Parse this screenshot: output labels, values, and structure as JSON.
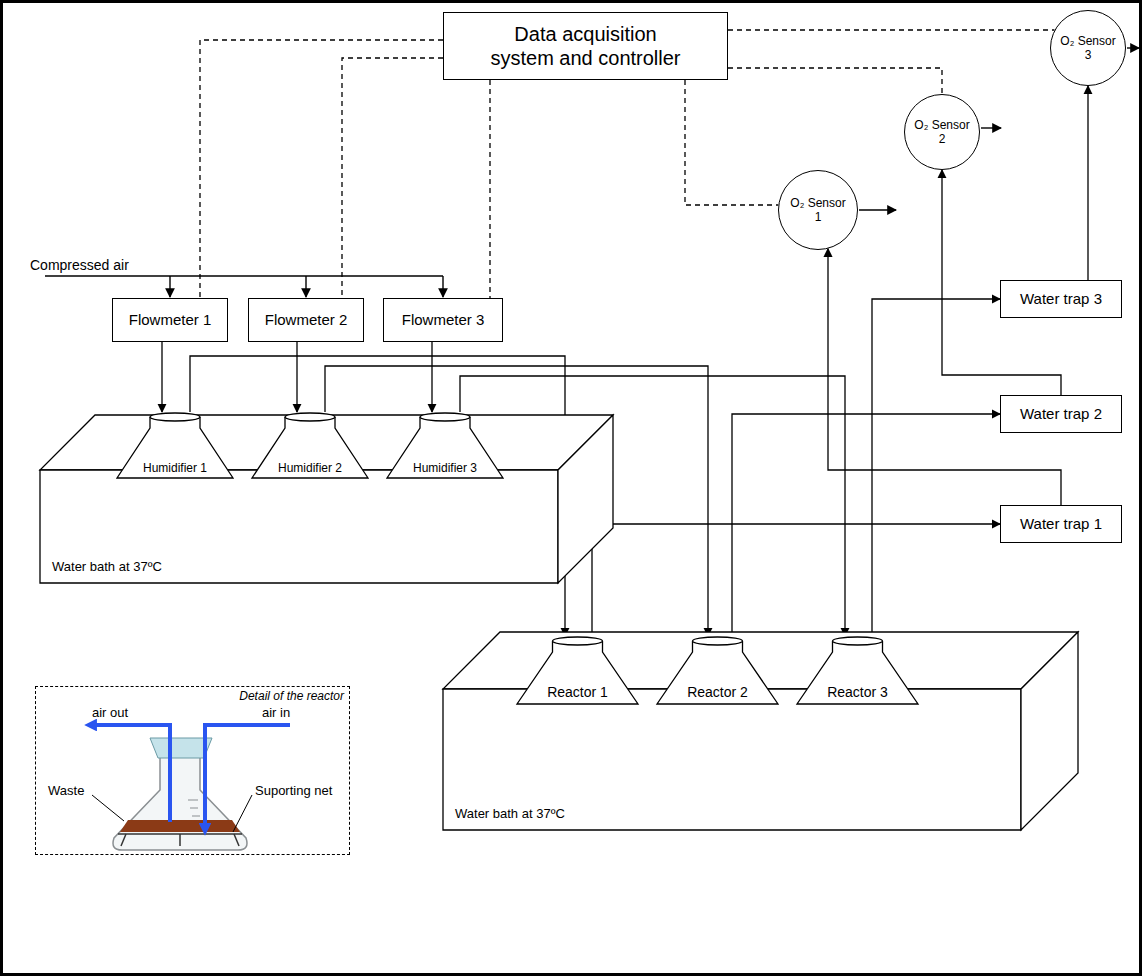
{
  "diagram": {
    "nodes": [
      {
        "text": [
          "Data acquisition system and controller"
        ]
      },
      {
        "text": [
          "O₂ Sensor 3"
        ]
      },
      {
        "text": [
          "O₂ Sensor 2"
        ]
      },
      {
        "text": [
          "O₂ Sensor 1"
        ]
      },
      {
        "text": [
          "Flowmeter 1"
        ]
      },
      {
        "text": [
          "Flowmeter 2"
        ]
      },
      {
        "text": [
          "Flowmeter 3"
        ]
      },
      {
        "text": [
          "Water trap 3"
        ]
      },
      {
        "text": [
          "Water trap 2"
        ]
      },
      {
        "text": [
          "Water trap 1"
        ]
      },
      {
        "text": [
          "Water bath at 37ºC"
        ]
      },
      {
        "text": [
          "Humidifier 1"
        ],
        "in": 10
      },
      {
        "text": [
          "Humidifier 2"
        ],
        "in": 10
      },
      {
        "text": [
          "Humidifier 3"
        ],
        "in": 10
      },
      {
        "text": [
          "Water bath at 37ºC"
        ]
      },
      {
        "text": [
          "Reactor 1"
        ],
        "in": 14
      },
      {
        "text": [
          "Reactor 2"
        ],
        "in": 14
      },
      {
        "text": [
          "Reactor 3"
        ],
        "in": 14
      },
      {
        "text": [
          "Detail of the reactor"
        ]
      }
    ],
    "edges": [
      {
        "from": 0,
        "to": 4,
        "arrow": "none"
      },
      {
        "from": 0,
        "to": 5,
        "arrow": "none"
      },
      {
        "from": 0,
        "to": 6,
        "arrow": "none"
      },
      {
        "from": 0,
        "to": 1,
        "arrow": "none"
      },
      {
        "from": 0,
        "to": 2,
        "arrow": "none"
      },
      {
        "from": 0,
        "to": 3,
        "arrow": "none"
      },
      {
        "from": 4,
        "to": 11,
        "arrow": "to"
      },
      {
        "from": 5,
        "to": 12,
        "arrow": "to"
      },
      {
        "from": 6,
        "to": 13,
        "arrow": "to"
      },
      {
        "from": 11,
        "to": 15,
        "arrow": "to"
      },
      {
        "from": 12,
        "to": 16,
        "arrow": "to"
      },
      {
        "from": 13,
        "to": 17,
        "arrow": "to"
      },
      {
        "from": 15,
        "to": 9,
        "arrow": "to"
      },
      {
        "from": 16,
        "to": 8,
        "arrow": "to"
      },
      {
        "from": 17,
        "to": 7,
        "arrow": "to"
      },
      {
        "from": 9,
        "to": 3,
        "arrow": "to"
      },
      {
        "from": 8,
        "to": 2,
        "arrow": "to"
      },
      {
        "from": 7,
        "to": 1,
        "arrow": "to"
      }
    ],
    "labels": [
      "Compressed air",
      "air out",
      "air in",
      "Waste",
      "Suporting net"
    ]
  }
}
